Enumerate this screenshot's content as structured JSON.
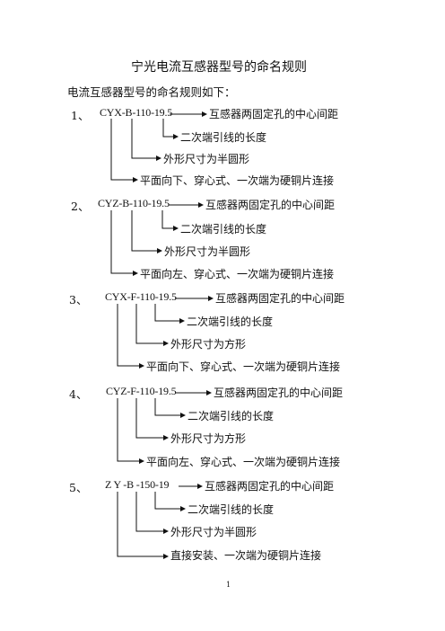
{
  "title": "宁光电流互感器型号的命名规则",
  "intro": "电流互感器型号的命名规则如下：",
  "items": [
    {
      "number": "1、",
      "code": "CYX-B-110-19.5",
      "desc_hole": "互感器两固定孔的中心间距",
      "desc_lead": "二次端引线的长度",
      "desc_shape": "外形尺寸为半圆形",
      "desc_mount": "平面向下、穿心式、一次端为硬铜片连接"
    },
    {
      "number": "2、",
      "code": "CYZ-B-110-19.5",
      "desc_hole": "互感器两固定孔的中心间距",
      "desc_lead": "二次端引线的长度",
      "desc_shape": "外形尺寸为半圆形",
      "desc_mount": "平面向左、穿心式、一次端为硬铜片连接"
    },
    {
      "number": "3、",
      "code": "CYX-F-110-19.5",
      "desc_hole": "互感器两固定孔的中心间距",
      "desc_lead": "二次端引线的长度",
      "desc_shape": "外形尺寸为方形",
      "desc_mount": "平面向下、穿心式、一次端为硬铜片连接"
    },
    {
      "number": "4、",
      "code": "CYZ-F-110-19.5",
      "desc_hole": "互感器两固定孔的中心间距",
      "desc_lead": "二次端引线的长度",
      "desc_shape": "外形尺寸为方形",
      "desc_mount": "平面向左、穿心式、一次端为硬铜片连接"
    },
    {
      "number": "5、",
      "code": "Z Y -B -150-19",
      "desc_hole": "互感器两固定孔的中心间距",
      "desc_lead": "二次端引线的长度",
      "desc_shape": "外形尺寸为半圆形",
      "desc_mount": "直接安装、一次端为硬铜片连接"
    }
  ],
  "page_number": "1"
}
